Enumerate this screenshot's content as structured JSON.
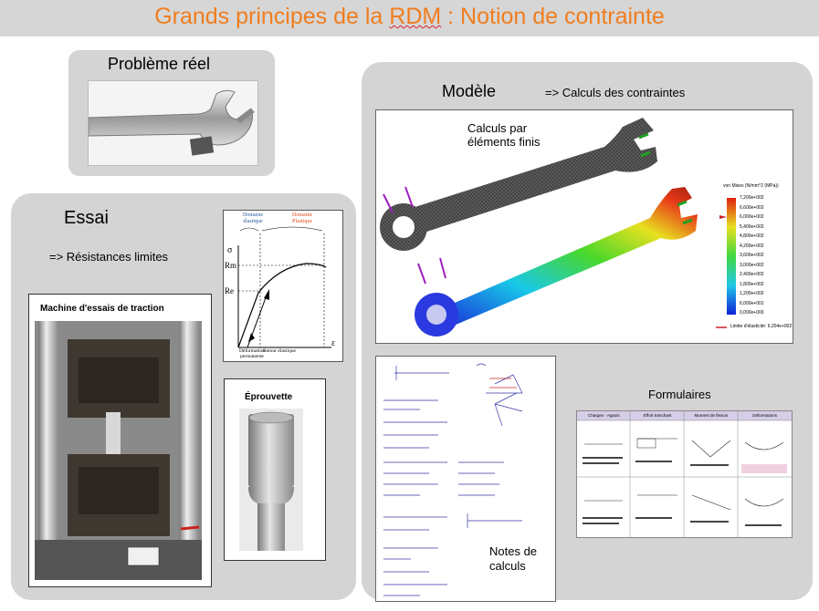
{
  "title": {
    "part1": "Grands principes de la ",
    "underlined": "RDM",
    "part2": " : Notion de contrainte"
  },
  "probleme": {
    "label": "Problème réel"
  },
  "essai": {
    "label": "Essai",
    "subtitle": "=> Résistances limites",
    "machine_label": "Machine d'essais de traction",
    "eprouvette_label": "Éprouvette",
    "graph": {
      "domaine_elastique": "Domaine élastique",
      "domaine_plastique": "Domaine Plastique",
      "sigma": "σ",
      "rm": "Rm",
      "re": "Re",
      "epsilon": "ε",
      "deformation_permanente": "Déformation permanente",
      "retour_elastique": "Retour élastique"
    }
  },
  "modele": {
    "label": "Modèle",
    "subtitle": "=> Calculs des contraintes",
    "fem_label": "Calculs par éléments finis",
    "legend_title": "von Mises (N/mm^2 (MPa))",
    "legend_values": [
      "7,200e+002",
      "6,600e+002",
      "6,000e+002",
      "5,400e+002",
      "4,800e+002",
      "4,200e+002",
      "3,600e+002",
      "3,000e+002",
      "2,400e+002",
      "1,800e+002",
      "1,200e+002",
      "6,000e+001",
      "0,000e+000"
    ],
    "legend_limit": "Limite d'élasticité: 6,204e+002",
    "notes_label": "Notes de calculs",
    "formulaires_label": "Formulaires",
    "table_headers": [
      "Charges - Appuis",
      "Effort tranchant",
      "Moment de flexion",
      "Déformations"
    ]
  },
  "colors": {
    "title": "#f07d1e",
    "panel": "#d4d4d4",
    "header": "#d6d6d6"
  }
}
